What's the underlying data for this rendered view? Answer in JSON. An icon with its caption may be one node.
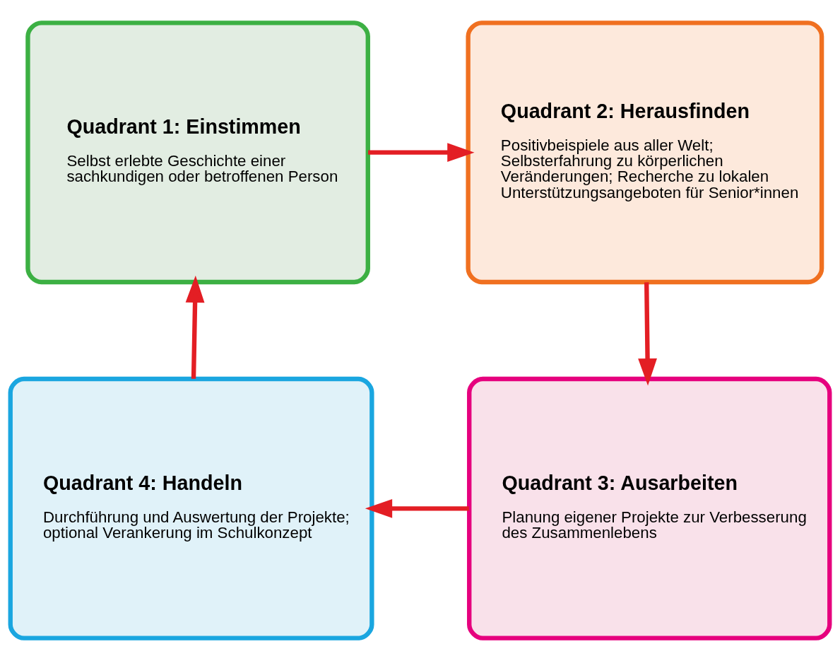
{
  "diagram": {
    "nodes": [
      {
        "text": [
          "Quadrant 1: Einstimmen",
          "Selbst erlebte Geschichte einer sachkundigen oder betroffenen Person"
        ]
      },
      {
        "text": [
          "Quadrant 2: Herausfinden",
          "Positivbeispiele aus aller Welt; Selbsterfahrung zu körperlichen Veränderungen; Recherche zu lokalen Unterstützungsangeboten für Senior*innen"
        ]
      },
      {
        "text": [
          "Quadrant 3: Ausarbeiten",
          "Planung eigener Projekte zur Verbesserung des Zusammenlebens"
        ]
      },
      {
        "text": [
          "Quadrant 4: Handeln",
          "Durchführung und Auswertung der Projekte; optional Verankerung im Schulkonzept"
        ]
      }
    ],
    "edges": [
      {
        "from": 0,
        "to": 1,
        "arrow": "to"
      },
      {
        "from": 1,
        "to": 2,
        "arrow": "to"
      },
      {
        "from": 2,
        "to": 3,
        "arrow": "to"
      },
      {
        "from": 3,
        "to": 0,
        "arrow": "to"
      }
    ]
  }
}
